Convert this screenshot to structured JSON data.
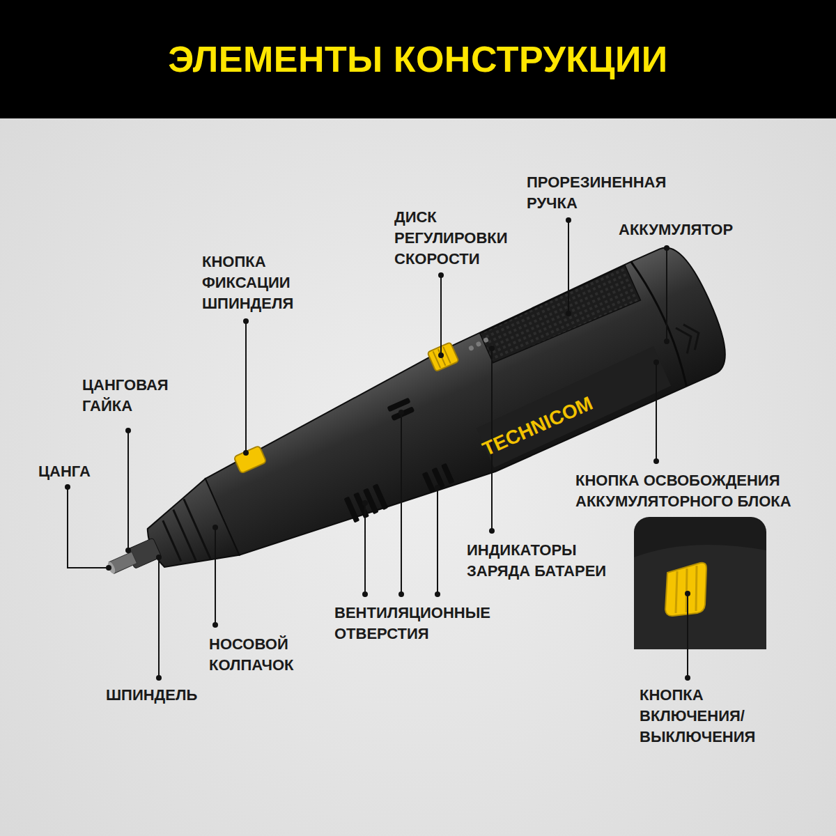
{
  "diagram": {
    "title": "ЭЛЕМЕНТЫ КОНСТРУКЦИИ",
    "labels": [
      "ПРОРЕЗИНЕННАЯ РУЧКА",
      "ДИСК РЕГУЛИРОВКИ СКОРОСТИ",
      "АККУМУЛЯТОР",
      "КНОПКА ФИКСАЦИИ ШПИНДЕЛЯ",
      "ЦАНГОВАЯ ГАЙКА",
      "ЦАНГА",
      "TECHNICOM",
      "КНОПКА ОСВОБОЖДЕНИЯ АККУМУЛЯТОРНОГО БЛОКА",
      "ИНДИКАТОРЫ ЗАРЯДА БАТАРЕИ",
      "ВЕНТИЛЯЦИОННЫЕ ОТВЕРСТИЯ",
      "НОСОВОЙ КОЛПАЧОК",
      "ШПИНДЕЛЬ",
      "КНОПКА ВКЛЮЧЕНИЯ/ ВЫКЛЮЧЕНИЯ"
    ]
  }
}
